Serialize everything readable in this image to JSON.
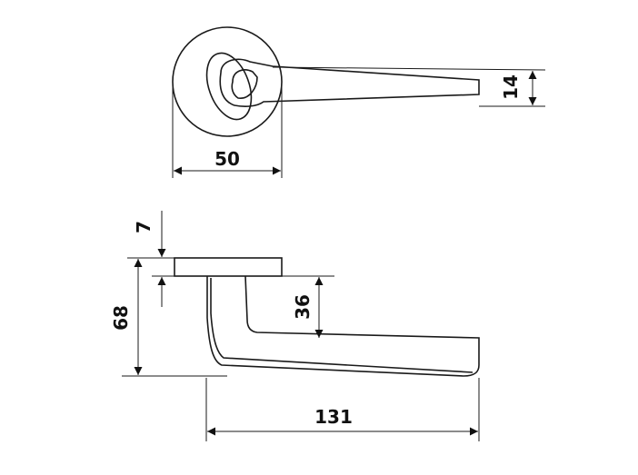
{
  "drawing": {
    "colors": {
      "line": "#1a1a1a",
      "background": "#ffffff"
    },
    "top_view": {
      "rosette_diameter": "50",
      "lever_width": "14"
    },
    "side_view": {
      "rosette_thickness": "7",
      "total_height": "68",
      "lever_drop": "36",
      "lever_length": "131"
    }
  }
}
